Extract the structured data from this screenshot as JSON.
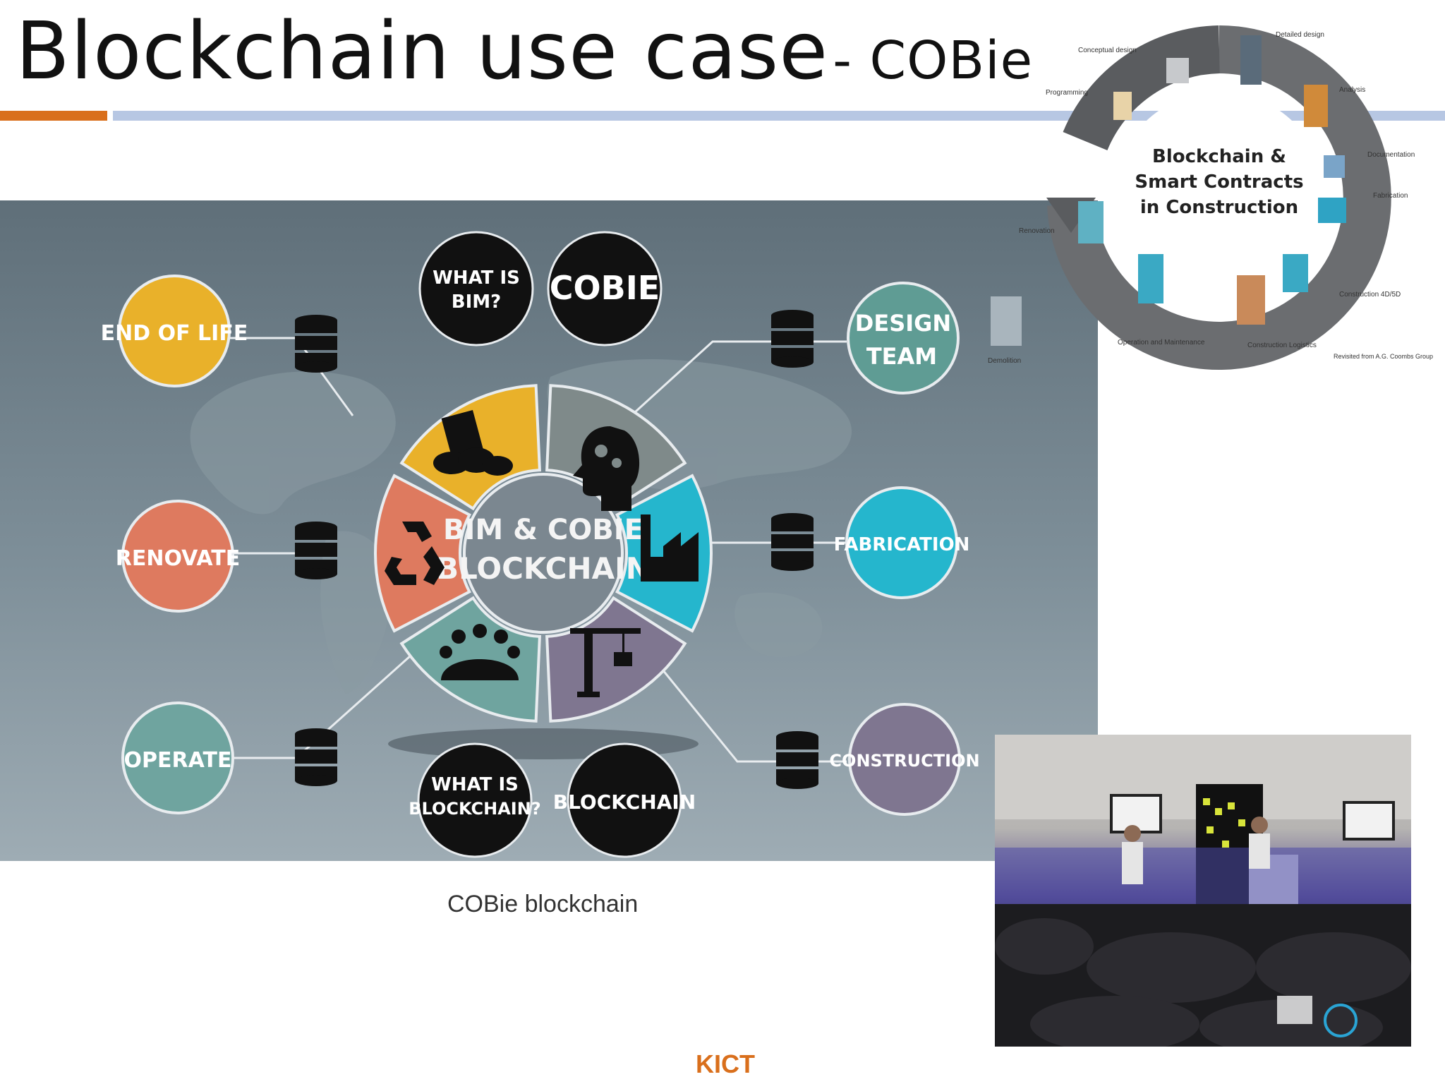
{
  "slide": {
    "title_main": "Blockchain use case",
    "title_sub": "- COBie",
    "caption": "COBie blockchain",
    "footer": "KICT"
  },
  "infographic": {
    "center_line1": "BIM & COBIE",
    "center_line2": "BLOCKCHAIN",
    "top_circles": [
      {
        "line1": "WHAT IS",
        "line2": "BIM?"
      },
      {
        "line1": "COBIE",
        "line2": ""
      }
    ],
    "bottom_circles": [
      {
        "line1": "WHAT IS",
        "line2": "BLOCKCHAIN?"
      },
      {
        "line1": "BLOCKCHAIN",
        "line2": ""
      }
    ],
    "left_nodes": [
      {
        "label": "END OF LIFE",
        "color": "#e9b12a"
      },
      {
        "label": "RENOVATE",
        "color": "#de7a5f"
      },
      {
        "label": "OPERATE",
        "color": "#6fa49f"
      }
    ],
    "right_nodes": [
      {
        "line1": "DESIGN",
        "line2": "TEAM",
        "color": "#5f9c94"
      },
      {
        "line1": "FABRICATION",
        "line2": "",
        "color": "#25b6cd"
      },
      {
        "line1": "CONSTRUCTION",
        "line2": "",
        "color": "#7f7690"
      }
    ],
    "segment_colors": [
      "#e9b12a",
      "#7f8a8a",
      "#25b6cd",
      "#7f7690",
      "#6fa49f",
      "#de7a5f"
    ]
  },
  "cycle": {
    "center_line1": "Blockchain &",
    "center_line2": "Smart Contracts",
    "center_line3": "in Construction",
    "stages": {
      "conceptual": "Conceptual design",
      "detailed": "Detailed design",
      "programming": "Programming",
      "analysis": "Analysis",
      "documentation": "Documentation",
      "fabrication": "Fabrication",
      "construction": "Construction 4D/5D",
      "logistics": "Construction Logistics",
      "operation": "Operation and Maintenance",
      "renovation": "Renovation",
      "demolition": "Demolition"
    },
    "credit": "Revisited from A.G. Coombs Group"
  }
}
